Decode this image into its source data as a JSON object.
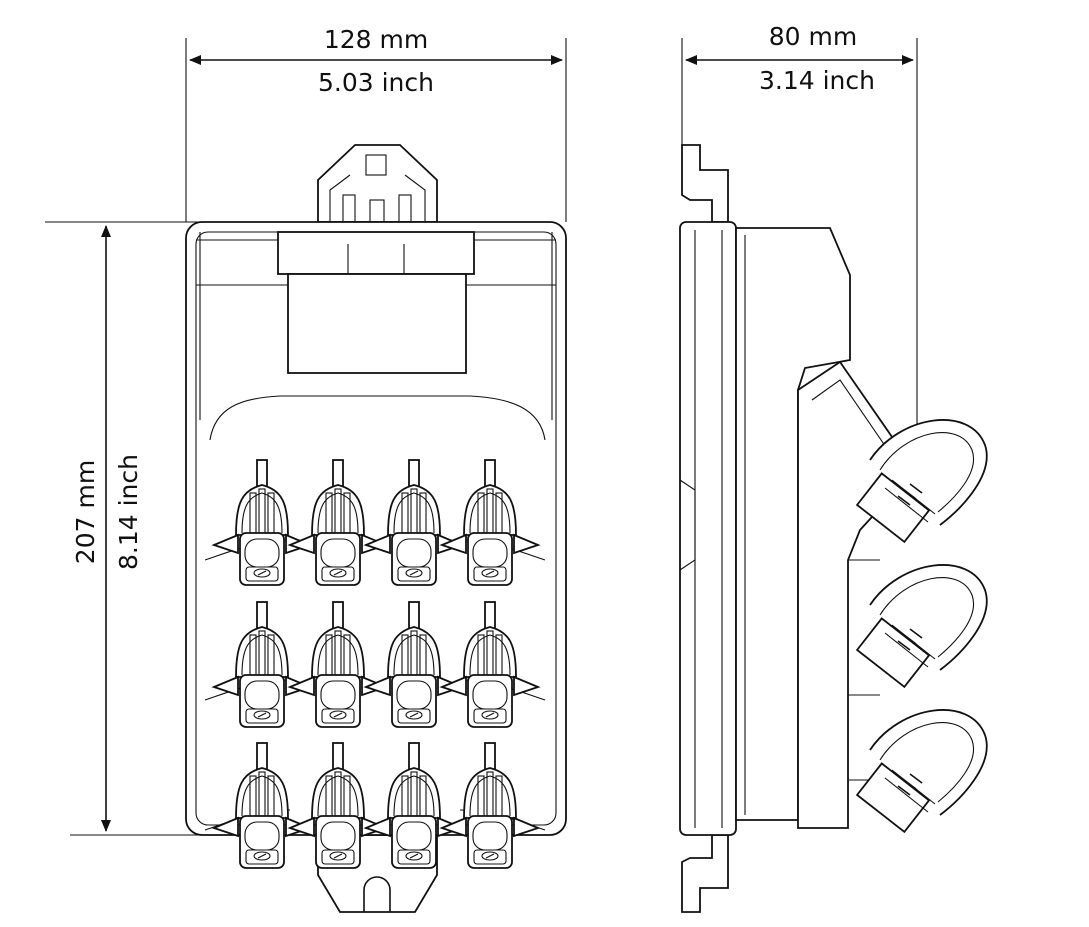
{
  "front_view": {
    "width_mm": "128 mm",
    "width_inch": "5.03 inch",
    "height_mm": "207 mm",
    "height_inch": "8.14 inch",
    "connector_rows": 3,
    "connectors_per_row": 4
  },
  "side_view": {
    "depth_mm": "80 mm",
    "depth_inch": "3.14 inch",
    "connector_count": 3
  }
}
